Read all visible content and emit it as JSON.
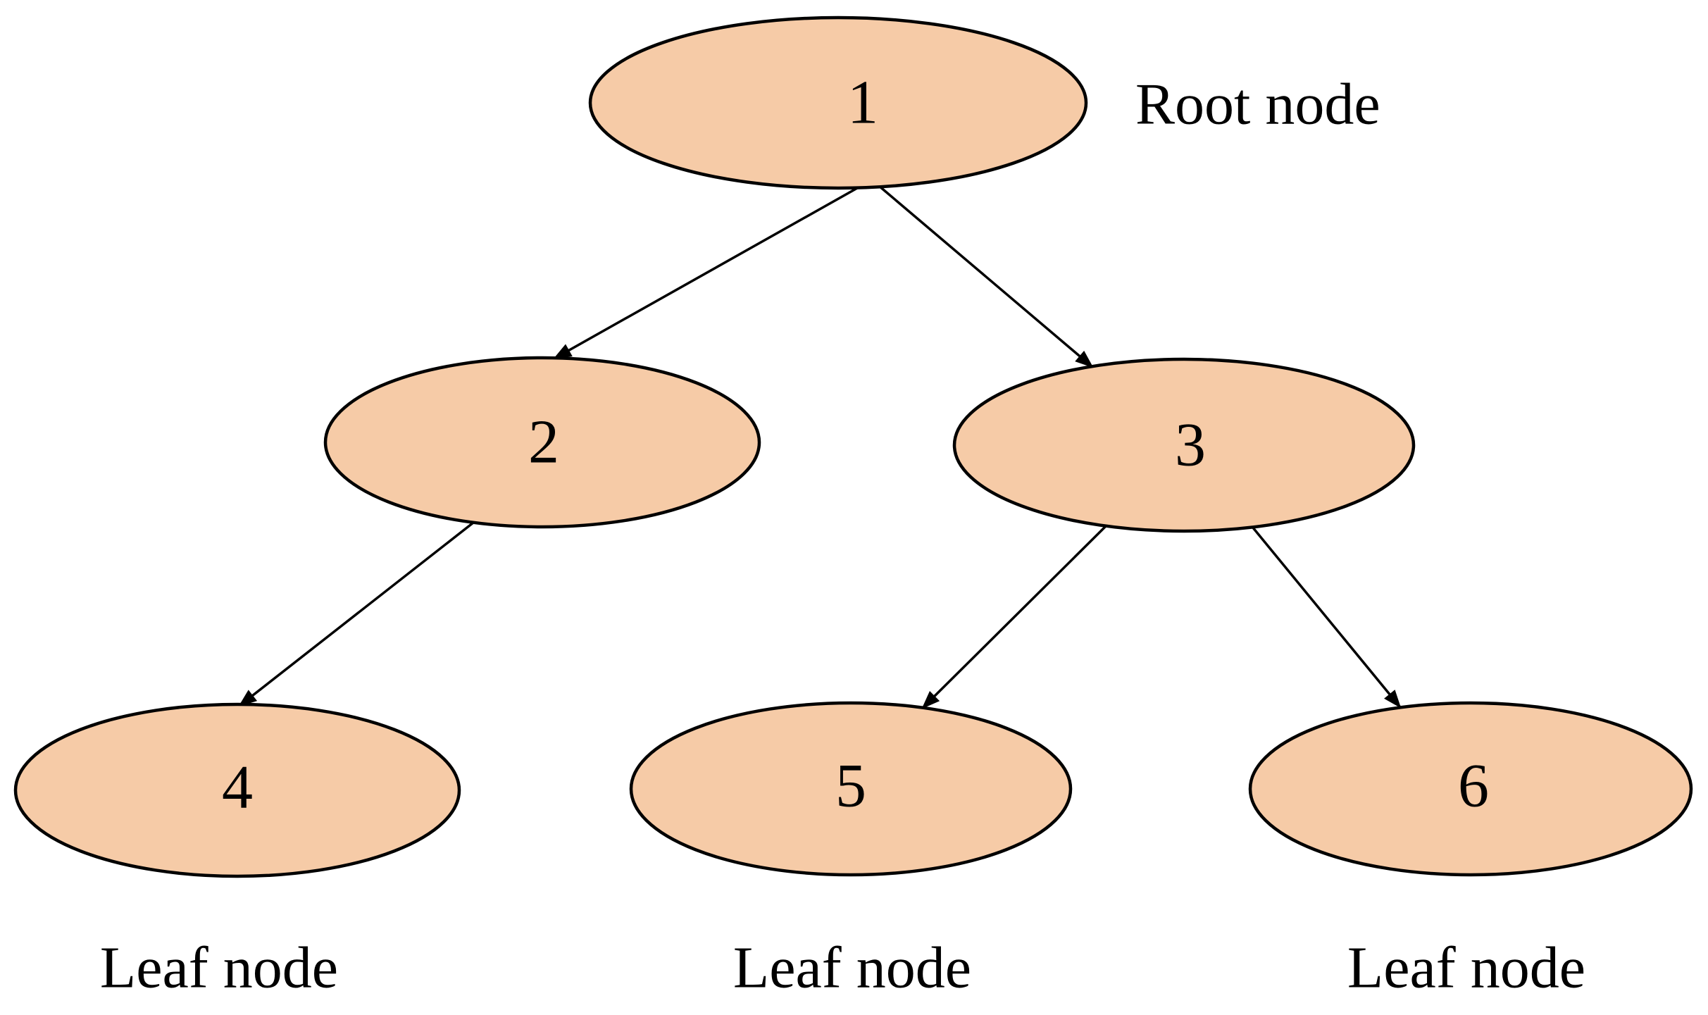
{
  "diagram": {
    "type": "binary-tree",
    "nodes": [
      {
        "id": "1",
        "label": "1",
        "annotation": "Root node"
      },
      {
        "id": "2",
        "label": "2"
      },
      {
        "id": "3",
        "label": "3"
      },
      {
        "id": "4",
        "label": "4",
        "annotation": "Leaf node"
      },
      {
        "id": "5",
        "label": "5",
        "annotation": "Leaf node"
      },
      {
        "id": "6",
        "label": "6",
        "annotation": "Leaf node"
      }
    ],
    "edges": [
      {
        "from": "1",
        "to": "2"
      },
      {
        "from": "1",
        "to": "3"
      },
      {
        "from": "2",
        "to": "4"
      },
      {
        "from": "3",
        "to": "5"
      },
      {
        "from": "3",
        "to": "6"
      }
    ],
    "colors": {
      "node_fill": "#F6CBA7",
      "node_stroke": "#000000",
      "edge_color": "#000000",
      "text_color": "#000000",
      "background": "#FFFFFF"
    }
  }
}
